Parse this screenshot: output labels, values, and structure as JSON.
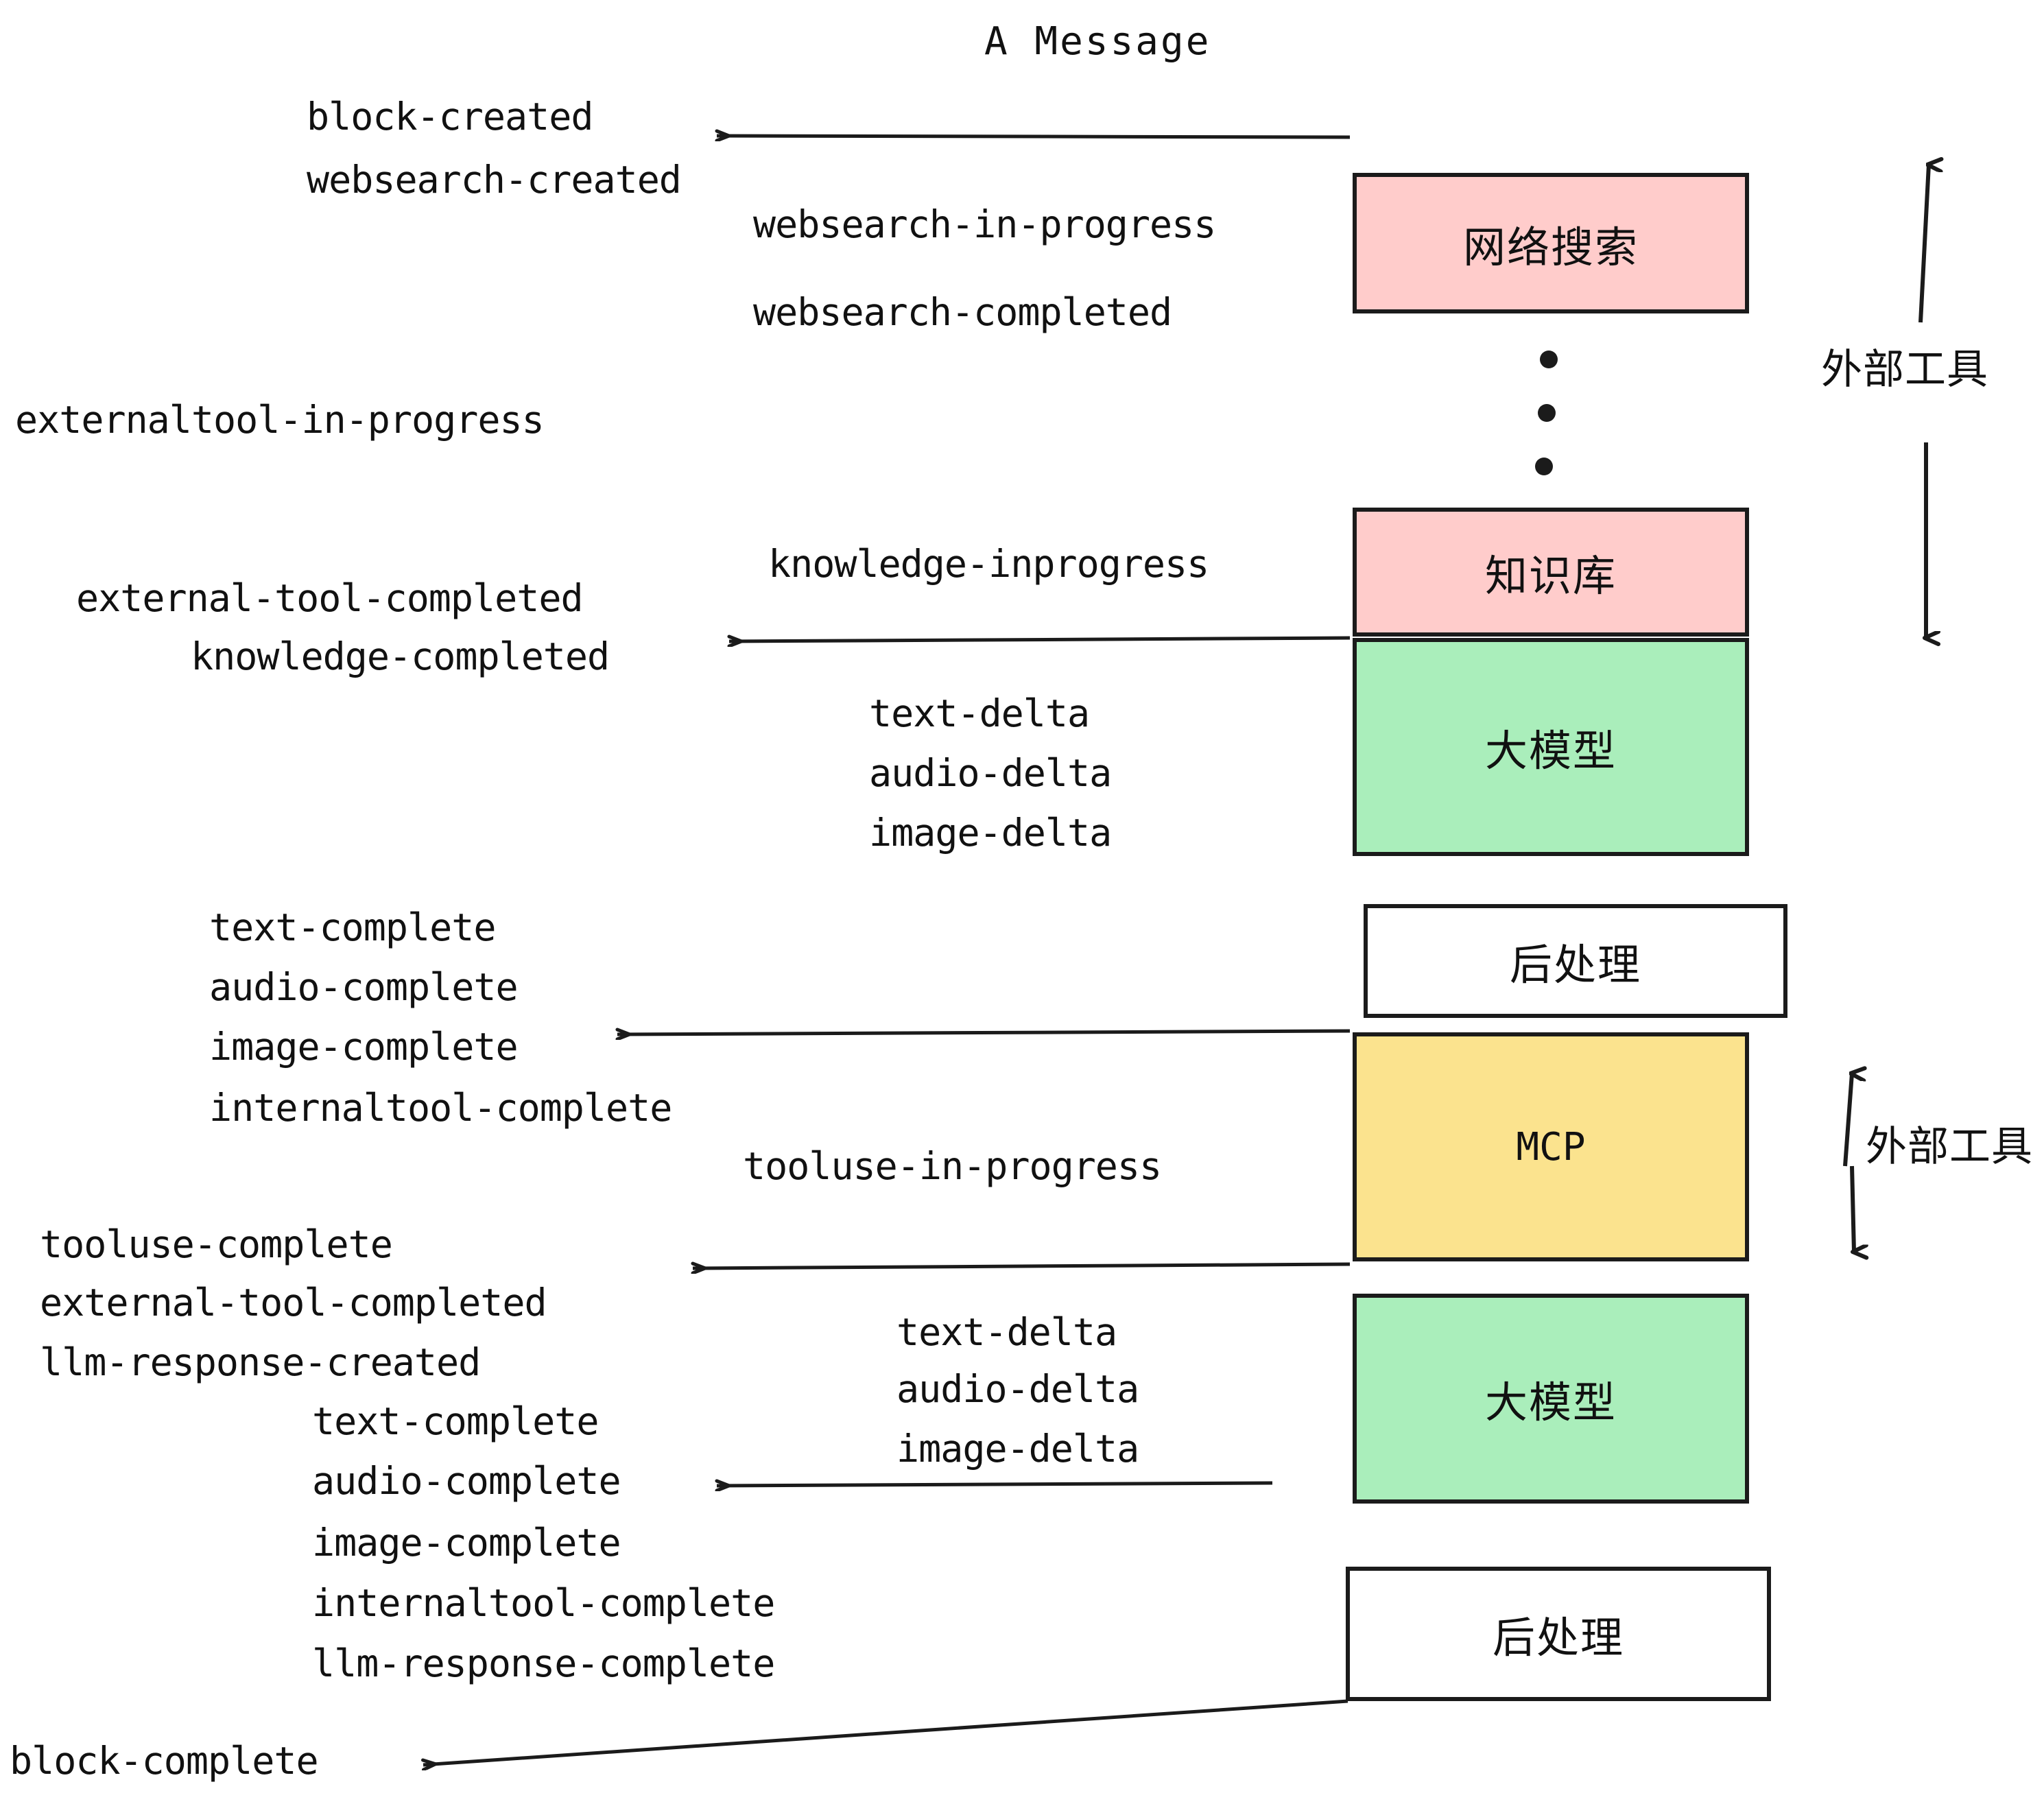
{
  "title": "A Message",
  "colors": {
    "pink": "#ffcccb",
    "green": "#aaeebb",
    "yellow": "#fbe38e",
    "white": "#ffffff",
    "stroke": "#1b1b1b",
    "text": "#111111",
    "background": "#ffffff"
  },
  "boxes": {
    "websearch": "网络搜索",
    "knowledge": "知识库",
    "llm_upper": "大模型",
    "postprocess_upper": "后处理",
    "mcp": "MCP",
    "llm_lower": "大模型",
    "postprocess_lower": "后处理"
  },
  "side_labels": {
    "external_tool_upper": "外部工具",
    "external_tool_lower": "外部工具"
  },
  "events": {
    "block_created": "block-created",
    "websearch_created": "websearch-created",
    "websearch_in_progress": "websearch-in-progress",
    "websearch_completed": "websearch-completed",
    "externaltool_in_progress": "externaltool-in-progress",
    "knowledge_inprogress": "knowledge-inprogress",
    "external_tool_completed_1": "external-tool-completed",
    "knowledge_completed": "knowledge-completed",
    "text_delta_1": "text-delta",
    "audio_delta_1": "audio-delta",
    "image_delta_1": "image-delta",
    "text_complete_1": "text-complete",
    "audio_complete_1": "audio-complete",
    "image_complete_1": "image-complete",
    "internaltool_complete_1": "internaltool-complete",
    "tooluse_in_progress": "tooluse-in-progress",
    "tooluse_complete": "tooluse-complete",
    "external_tool_completed_2": "external-tool-completed",
    "llm_response_created": "llm-response-created",
    "text_delta_2": "text-delta",
    "audio_delta_2": "audio-delta",
    "image_delta_2": "image-delta",
    "text_complete_2": "text-complete",
    "audio_complete_2": "audio-complete",
    "image_complete_2": "image-complete",
    "internaltool_complete_2": "internaltool-complete",
    "llm_response_complete": "llm-response-complete",
    "block_complete": "block-complete"
  }
}
